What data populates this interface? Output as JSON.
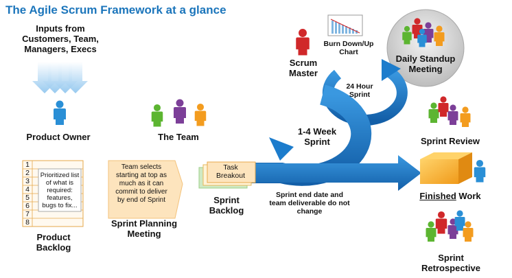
{
  "title": "The Agile Scrum Framework at a glance",
  "inputs": "Inputs from Customers, Team, Managers, Execs",
  "product_owner": "Product Owner",
  "the_team": "The Team",
  "scrum_master": "Scrum Master",
  "burn_chart": "Burn Down/Up Chart",
  "daily_standup": "Daily Standup Meeting",
  "hour24": "24 Hour Sprint",
  "sprint_len": "1-4 Week Sprint",
  "sprint_review": "Sprint Review",
  "finished_underlined": "Finished",
  "finished_rest": " Work",
  "sprint_retro": "Sprint Retrospective",
  "product_backlog": "Product Backlog",
  "backlog_rows": [
    "1",
    "2",
    "3",
    "4",
    "5",
    "6",
    "7",
    "8"
  ],
  "backlog_note": "Prioritized list of what is required: features, bugs to fix...",
  "planning_note": "Team selects starting at top as much as it can commit to deliver by end of Sprint",
  "planning_meeting": "Sprint Planning Meeting",
  "task_breakout": "Task Breakout",
  "sprint_backlog": "Sprint Backlog",
  "sprint_end_note": "Sprint end date and team deliverable do not change",
  "colors": {
    "title_blue": "#1b75bb",
    "arrow_blue": "#1c7ccc",
    "person_blue": "#2a8fd6",
    "person_red": "#d0282a",
    "person_green": "#5cb531",
    "person_purple": "#7c3f98",
    "person_orange": "#f39c1f",
    "box_orange": "#f5b53a",
    "note_peach": "#fde4bd"
  }
}
